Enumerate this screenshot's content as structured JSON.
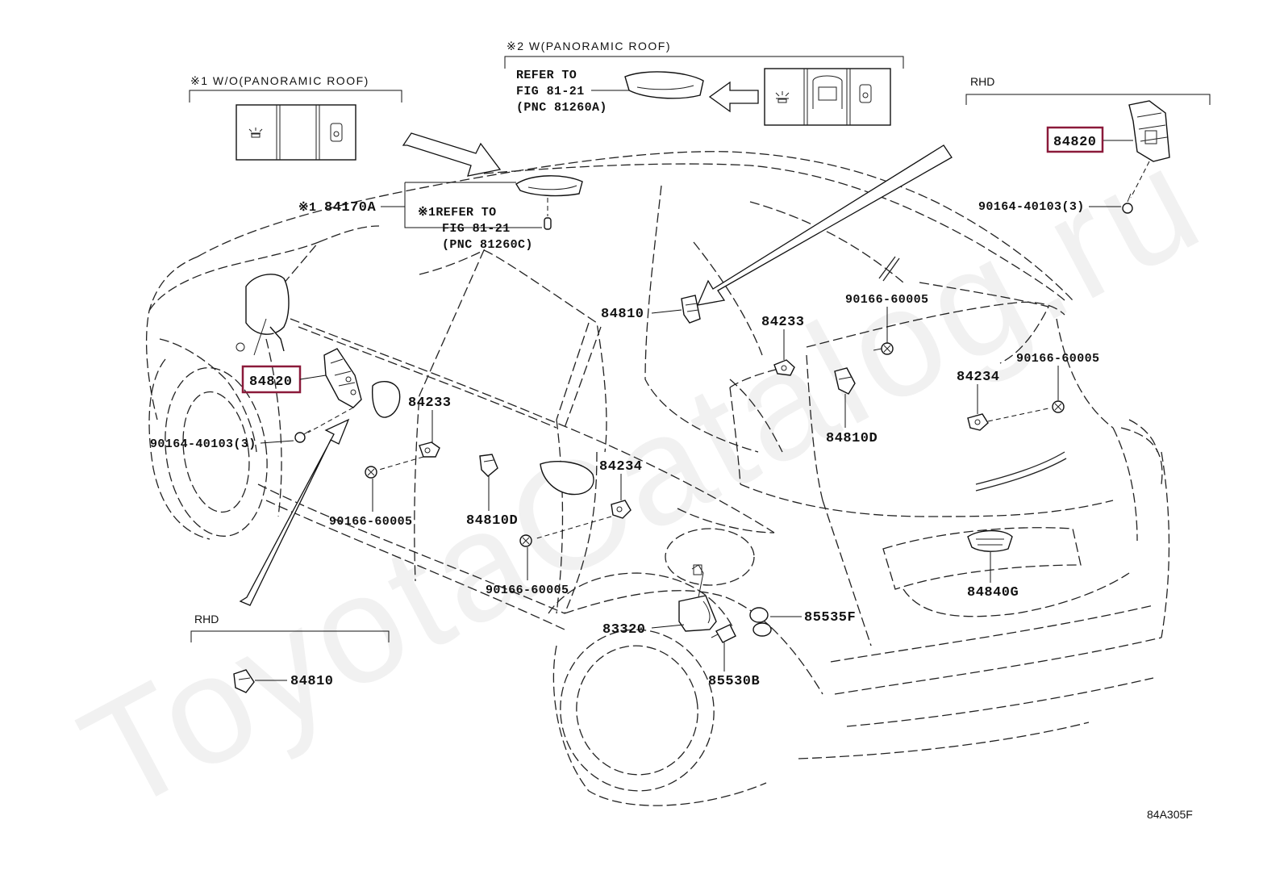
{
  "diagram": {
    "figure_code": "84A305F",
    "watermark": "ToyotaCatalog.ru",
    "headers": {
      "wo_panoramic": "※1  W/O(PANORAMIC ROOF)",
      "w_panoramic": "※2 W(PANORAMIC ROOF)",
      "rhd_top": "RHD",
      "rhd_bottom": "RHD"
    },
    "references": {
      "panoramic": {
        "line1": "REFER TO",
        "line2": "FIG 81-21",
        "line3": "(PNC 81260A)"
      },
      "standard": {
        "line1": "※1REFER TO",
        "line2": "FIG 81-21",
        "line3": "(PNC 81260C)"
      }
    },
    "parts": {
      "p84820_top": "84820",
      "p90164_top": "90164-40103(3)",
      "p84170a": "84170A",
      "p84170a_mark": "※1",
      "p84810_center": "84810",
      "p84820_left": "84820",
      "p90164_left": "90164-40103(3)",
      "p84233_left": "84233",
      "p90166_left": "90166-60005",
      "p84810d_left": "84810D",
      "p84234_center": "84234",
      "p90166_center": "90166-60005",
      "p84233_right": "84233",
      "p90166_right_top": "90166-60005",
      "p84810d_right": "84810D",
      "p84234_right": "84234",
      "p90166_right": "90166-60005",
      "p84840g": "84840G",
      "p83320": "83320",
      "p85535f": "85535F",
      "p85530b": "85530B",
      "p84810_rhd": "84810"
    },
    "colors": {
      "highlight": "#8b1a3a",
      "line": "#222222"
    }
  }
}
